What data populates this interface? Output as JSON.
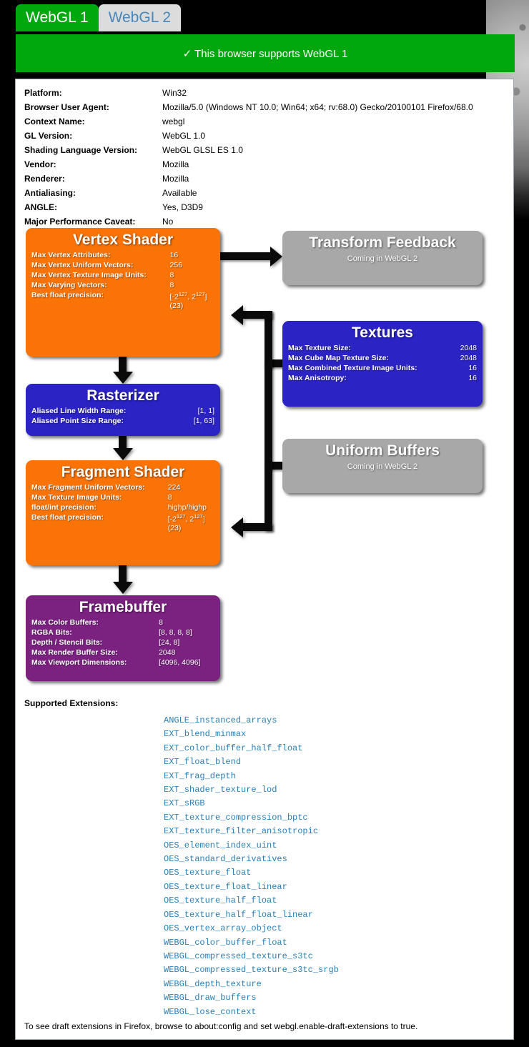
{
  "tabs": [
    {
      "label": "WebGL 1",
      "active": true
    },
    {
      "label": "WebGL 2",
      "active": false
    }
  ],
  "banner": {
    "text": "✓ This browser supports WebGL 1",
    "color": "#00a80d"
  },
  "info": {
    "rows": [
      {
        "key": "Platform:",
        "value": "Win32"
      },
      {
        "key": "Browser User Agent:",
        "value": "Mozilla/5.0 (Windows NT 10.0; Win64; x64; rv:68.0) Gecko/20100101 Firefox/68.0"
      },
      {
        "key": "Context Name:",
        "value": "webgl"
      },
      {
        "key": "GL Version:",
        "value": "WebGL 1.0"
      },
      {
        "key": "Shading Language Version:",
        "value": "WebGL GLSL ES 1.0"
      },
      {
        "key": "Vendor:",
        "value": "Mozilla"
      },
      {
        "key": "Renderer:",
        "value": "Mozilla"
      },
      {
        "key": "Antialiasing:",
        "value": "Available"
      },
      {
        "key": "ANGLE:",
        "value": "Yes, D3D9"
      },
      {
        "key": "Major Performance Caveat:",
        "value": "No"
      }
    ]
  },
  "diagram": {
    "vertex": {
      "title": "Vertex Shader",
      "color": "#f97306",
      "rows": [
        {
          "key": "Max Vertex Attributes:",
          "value": "16"
        },
        {
          "key": "Max Vertex Uniform Vectors:",
          "value": "256"
        },
        {
          "key": "Max Vertex Texture Image Units:",
          "value": "8"
        },
        {
          "key": "Max Varying Vectors:",
          "value": "8"
        },
        {
          "key": "Best float precision:",
          "value": "[-2^127, 2^127] (23)"
        }
      ]
    },
    "transform_feedback": {
      "title": "Transform Feedback",
      "subtitle": "Coming in WebGL 2",
      "color": "#a8a8a8"
    },
    "textures": {
      "title": "Textures",
      "color": "#2b23c4",
      "rows": [
        {
          "key": "Max Texture Size:",
          "value": "2048"
        },
        {
          "key": "Max Cube Map Texture Size:",
          "value": "2048"
        },
        {
          "key": "Max Combined Texture Image Units:",
          "value": "16"
        },
        {
          "key": "Max Anisotropy:",
          "value": "16"
        }
      ]
    },
    "rasterizer": {
      "title": "Rasterizer",
      "color": "#2b23c4",
      "rows": [
        {
          "key": "Aliased Line Width Range:",
          "value": "[1, 1]"
        },
        {
          "key": "Aliased Point Size Range:",
          "value": "[1, 63]"
        }
      ]
    },
    "uniform_buffers": {
      "title": "Uniform Buffers",
      "subtitle": "Coming in WebGL 2",
      "color": "#a8a8a8"
    },
    "fragment": {
      "title": "Fragment Shader",
      "color": "#f97306",
      "rows": [
        {
          "key": "Max Fragment Uniform Vectors:",
          "value": "224"
        },
        {
          "key": "Max Texture Image Units:",
          "value": "8"
        },
        {
          "key": "float/int precision:",
          "value": "highp/highp"
        },
        {
          "key": "Best float precision:",
          "value": "[-2^127, 2^127] (23)"
        }
      ]
    },
    "framebuffer": {
      "title": "Framebuffer",
      "color": "#7b2281",
      "rows": [
        {
          "key": "Max Color Buffers:",
          "value": "8"
        },
        {
          "key": "RGBA Bits:",
          "value": "[8, 8, 8, 8]"
        },
        {
          "key": "Depth / Stencil Bits:",
          "value": "[24, 8]"
        },
        {
          "key": "Max Render Buffer Size:",
          "value": "2048"
        },
        {
          "key": "Max Viewport Dimensions:",
          "value": "[4096, 4096]"
        }
      ]
    }
  },
  "extensions": {
    "label": "Supported Extensions:",
    "items": [
      "ANGLE_instanced_arrays",
      "EXT_blend_minmax",
      "EXT_color_buffer_half_float",
      "EXT_float_blend",
      "EXT_frag_depth",
      "EXT_shader_texture_lod",
      "EXT_sRGB",
      "EXT_texture_compression_bptc",
      "EXT_texture_filter_anisotropic",
      "OES_element_index_uint",
      "OES_standard_derivatives",
      "OES_texture_float",
      "OES_texture_float_linear",
      "OES_texture_half_float",
      "OES_texture_half_float_linear",
      "OES_vertex_array_object",
      "WEBGL_color_buffer_float",
      "WEBGL_compressed_texture_s3tc",
      "WEBGL_compressed_texture_s3tc_srgb",
      "WEBGL_depth_texture",
      "WEBGL_draw_buffers",
      "WEBGL_lose_context"
    ]
  },
  "footer": {
    "note": "To see draft extensions in Firefox, browse to about:config and set webgl.enable-draft-extensions to true."
  }
}
